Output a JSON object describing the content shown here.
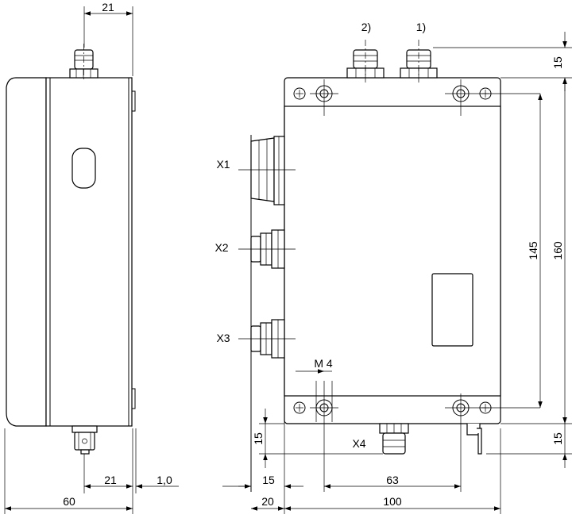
{
  "side_view": {
    "dims": {
      "top_width": "21",
      "bottom_width": "21",
      "offset": "1,0",
      "depth": "60"
    }
  },
  "front_view": {
    "connectors": {
      "x1": "X1",
      "x2": "X2",
      "x3": "X3",
      "x4": "X4"
    },
    "notes": {
      "note1": "1)",
      "note2": "2)"
    },
    "dims": {
      "top_margin": "15",
      "bottom_margin": "15",
      "hole_spacing": "145",
      "height": "160",
      "thread": "M 4",
      "x4_offset": "15",
      "left_offset": "15",
      "hole_pitch": "63",
      "total_left": "20",
      "width": "100"
    }
  }
}
